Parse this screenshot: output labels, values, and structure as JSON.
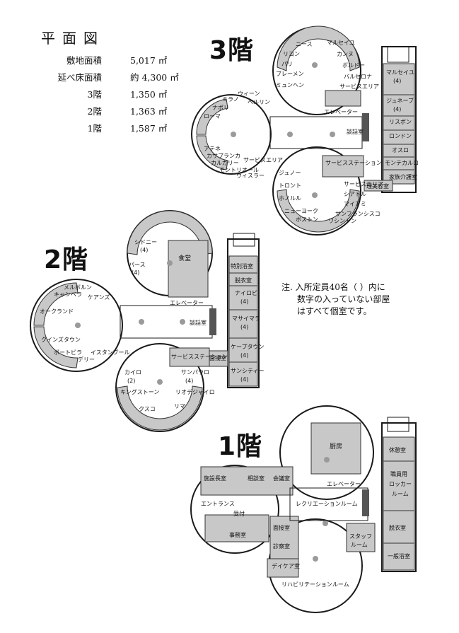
{
  "header": {
    "title": "平面図",
    "stats": [
      {
        "label": "敷地面積",
        "value": "5,017 ㎡"
      },
      {
        "label": "延べ床面積",
        "value": "約 4,300 ㎡"
      },
      {
        "label": "3階",
        "value": "1,350 ㎡"
      },
      {
        "label": "2階",
        "value": "1,363 ㎡"
      },
      {
        "label": "1階",
        "value": "1,587 ㎡"
      }
    ]
  },
  "note": {
    "lines": [
      "注. 入所定員40名（ ）内に",
      "数字の入っていない部屋",
      "はすべて個室です。"
    ]
  },
  "floor3": {
    "label": "3階",
    "rooms": {
      "nice": "ニース",
      "marseille_s": "マルセイユ",
      "rio": "リヨン",
      "cannes": "カンヌ",
      "paris": "パリ",
      "bordeaux": "ボルドー",
      "bremen": "ブレーメン",
      "barcelona": "バルセロナ",
      "munich": "ミュンヘン",
      "service_area_n": "サービスエリア",
      "vienna": "ウィーン",
      "milan": "ミラノ",
      "berlin": "ベルリン",
      "naples": "ナポリ",
      "rome": "ローマ",
      "elevator": "エレベーター",
      "dangwa": "談話室",
      "athens": "アテネ",
      "casablanca": "カサブランカ",
      "calgary": "カルガリー",
      "montreal": "モントリオール",
      "whistler": "ウィスラー",
      "service_area_s": "サービスエリア",
      "service_station": "サービスステーション",
      "geneva": "ジュノー",
      "toronto": "トロント",
      "honolulu": "ホノルル",
      "newyork": "ニューヨーク",
      "boston": "ボストン",
      "service_area_se": "サービスエリア",
      "seattle": "シアトル",
      "miami": "マイアミ",
      "sanfrancisco": "サンフランシスコ",
      "washington": "ワシントン",
      "marseille": "マルセイユ",
      "marseille_cap": "(4)",
      "geneve": "ジュネーブ",
      "geneve_cap": "(4)",
      "lisbon": "リスボン",
      "london": "ロンドン",
      "oslo": "オスロ",
      "montecarlo": "モンテカルロ",
      "family_care": "家族介護室",
      "barber": "理美容室"
    }
  },
  "floor2": {
    "label": "2階",
    "rooms": {
      "sydney": "シドニー",
      "sydney_cap": "(4)",
      "dining": "食堂",
      "perth": "パース",
      "perth_cap": "(4)",
      "special_bath": "特別浴室",
      "melbourne": "メルボルン",
      "canberra": "キャンベラ",
      "cairns": "ケアンズ",
      "dressing": "脱衣室",
      "elevator": "エレベーター",
      "nairobi": "ナイロビ",
      "nairobi_cap": "(4)",
      "auckland": "オークランド",
      "dangwa": "談話室",
      "masaimara": "マサイマラ",
      "masaimara_cap": "(4)",
      "queenstown": "クインズタウン",
      "capetown": "ケープタウン",
      "capetown_cap": "(4)",
      "portvila": "ポートビラ",
      "istanbul": "イスタンブール",
      "delhi": "デリー",
      "service_station": "サービスステーション",
      "interview": "面接室",
      "suncity": "サンシティー",
      "suncity_cap": "(4)",
      "cairo": "カイロ",
      "cairo_cap": "(2)",
      "saopaulo": "サンパウロ",
      "saopaulo_cap": "(4)",
      "kingston": "キングストーン",
      "rio": "リオデジャイロ",
      "cusco": "クスコ",
      "lima": "リマ"
    }
  },
  "floor1": {
    "label": "1階",
    "rooms": {
      "kitchen": "厨房",
      "lounge": "休憩室",
      "director": "施設長室",
      "consult": "相談室",
      "meeting": "会議室",
      "staff_locker": "職員用",
      "staff_locker2": "ロッカー",
      "staff_locker3": "ルーム",
      "elevator": "エレベーター",
      "entrance": "エントランス",
      "reception": "受付",
      "recreation": "レクリエーションルーム",
      "office": "事務室",
      "interview": "面接室",
      "exam": "診察室",
      "staff_room": "スタッフ",
      "staff_room2": "ルーム",
      "dressing": "脱衣室",
      "daycare": "デイケア室",
      "bath": "一般浴室",
      "rehab": "リハビリテーションルーム"
    }
  }
}
